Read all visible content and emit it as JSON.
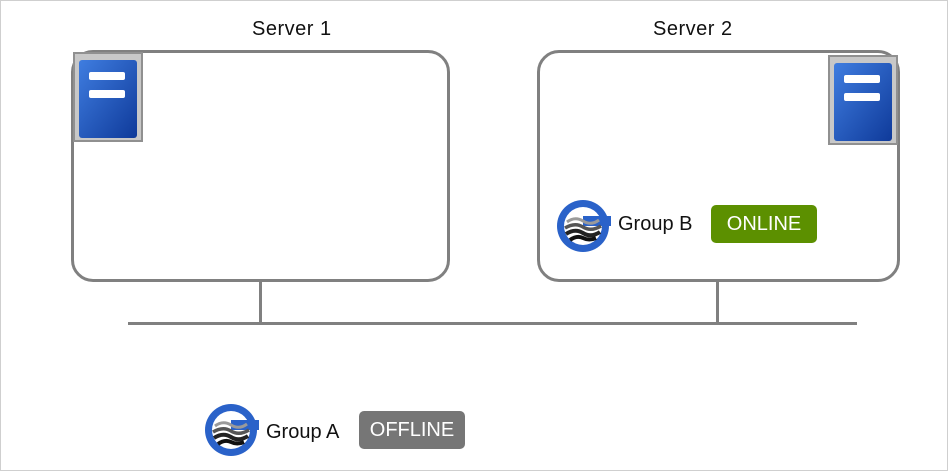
{
  "servers": [
    {
      "label": "Server 1"
    },
    {
      "label": "Server 2"
    }
  ],
  "groups": [
    {
      "label": "Group B",
      "status": "ONLINE",
      "status_color": "#5c9000",
      "location": "Server 2"
    },
    {
      "label": "Group A",
      "status": "OFFLINE",
      "status_color": "#767676",
      "location": "none"
    }
  ],
  "colors": {
    "box_border": "#808080",
    "server_icon_blue": "#1d4fb8",
    "group_icon_blue": "#2a62c9"
  },
  "icons": {
    "server": "server-icon",
    "group": "group-icon"
  }
}
